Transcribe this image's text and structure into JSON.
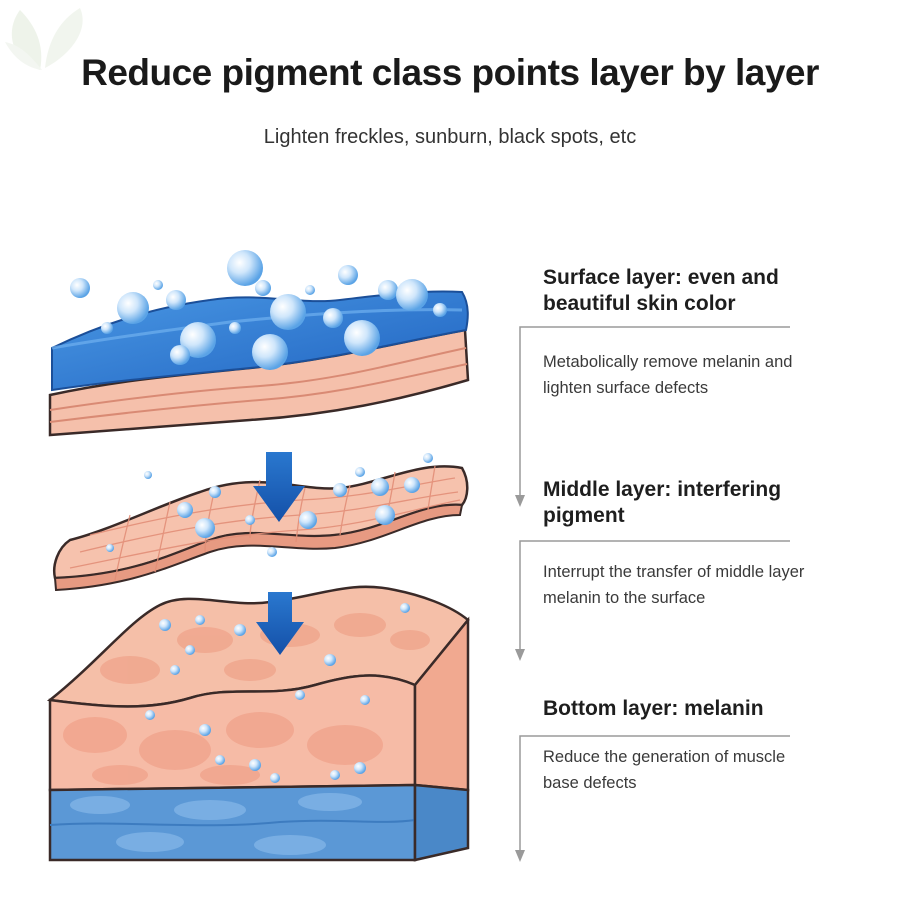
{
  "header": {
    "title": "Reduce pigment class points layer by layer",
    "subtitle": "Lighten freckles, sunburn, black spots, etc"
  },
  "layers": [
    {
      "heading": [
        "Surface layer: even and",
        "beautiful skin color"
      ],
      "description": [
        "Metabolically remove melanin and",
        "lighten surface defects"
      ]
    },
    {
      "heading": [
        "Middle layer: interfering",
        "pigment"
      ],
      "description": [
        "Interrupt the transfer of middle layer",
        "melanin to the surface"
      ]
    },
    {
      "heading": [
        "Bottom layer: melanin"
      ],
      "description": [
        "Reduce the generation of muscle",
        "base defects"
      ]
    }
  ],
  "colors": {
    "skin": "#f2b6a2",
    "skin_dark": "#e48f78",
    "blue": "#2f7fd0",
    "arrow": "#1e63b8",
    "connector": "#9a9a9a"
  }
}
